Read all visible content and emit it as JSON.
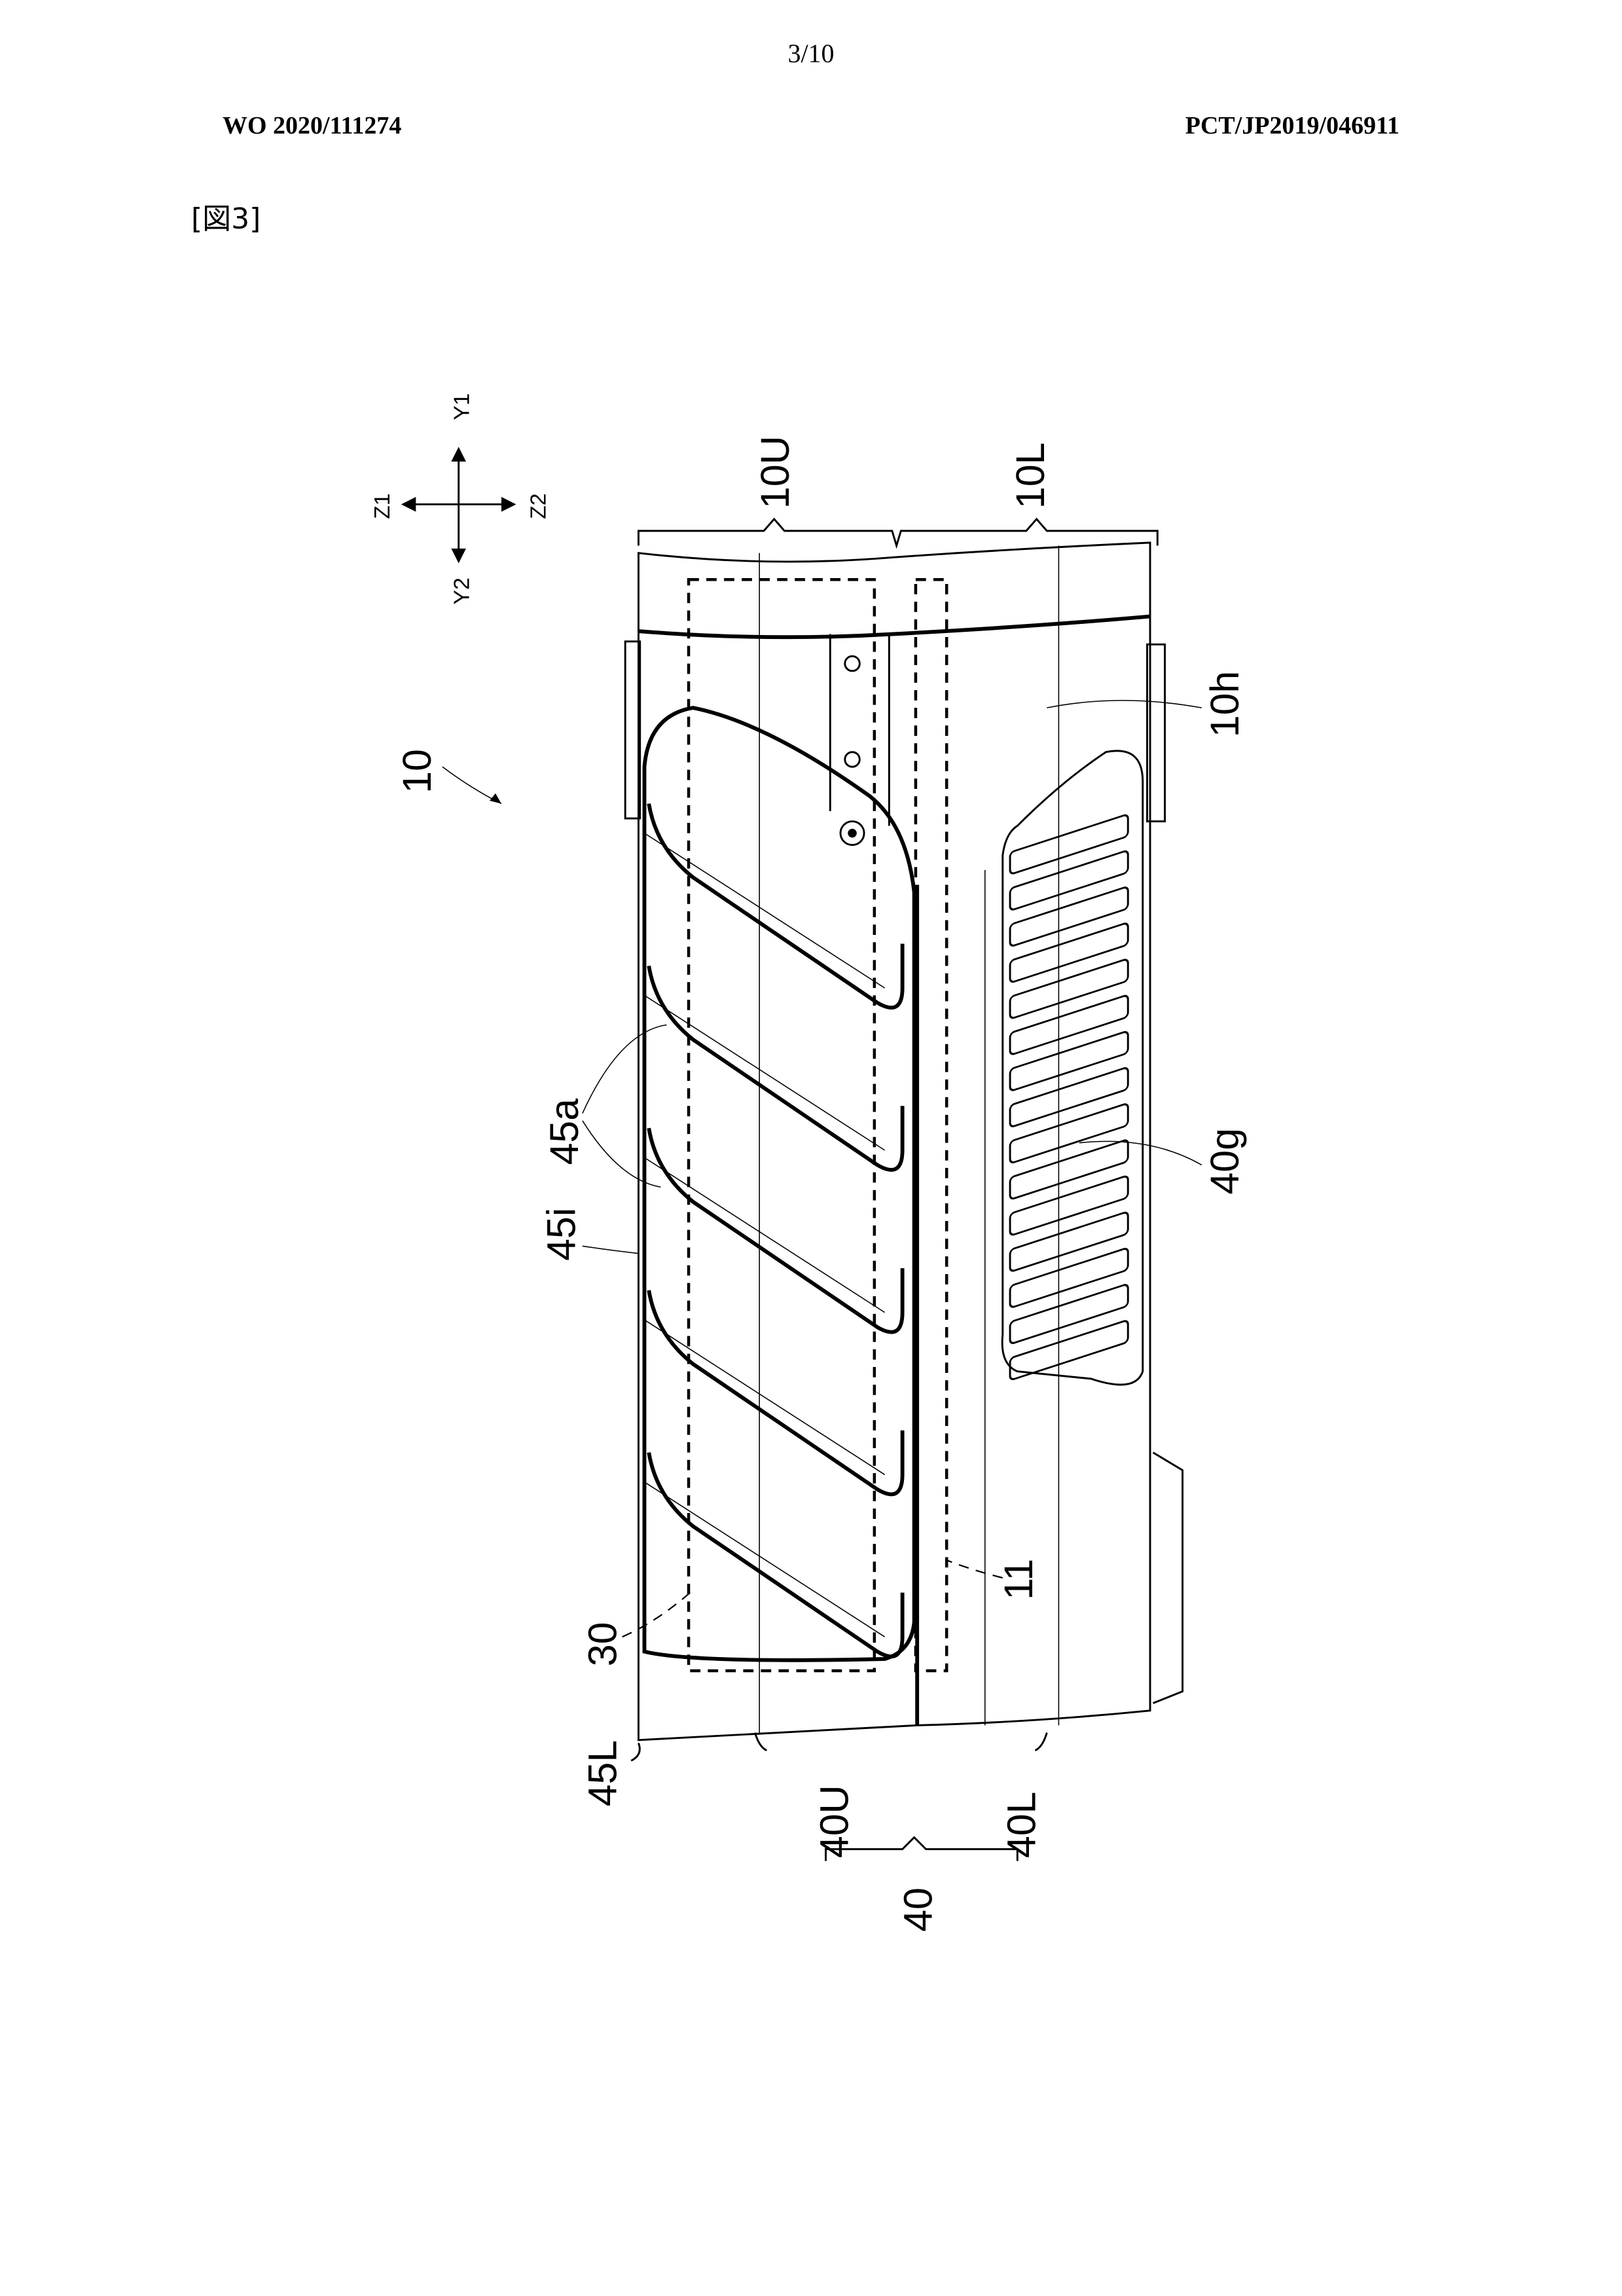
{
  "header": {
    "page_number": "3/10",
    "publication_number": "WO 2020/111274",
    "application_number": "PCT/JP2019/046911",
    "figure_label": "[図3]"
  },
  "axes": {
    "y1": "Y1",
    "y2": "Y2",
    "z1": "Z1",
    "z2": "Z2"
  },
  "labels": {
    "l10U": "10U",
    "l10L": "10L",
    "l10": "10",
    "l10h": "10h",
    "l45a": "45a",
    "l45i": "45i",
    "l40g": "40g",
    "l30": "30",
    "l11": "11",
    "l45L": "45L",
    "l40U": "40U",
    "l40L": "40L",
    "l40": "40"
  }
}
